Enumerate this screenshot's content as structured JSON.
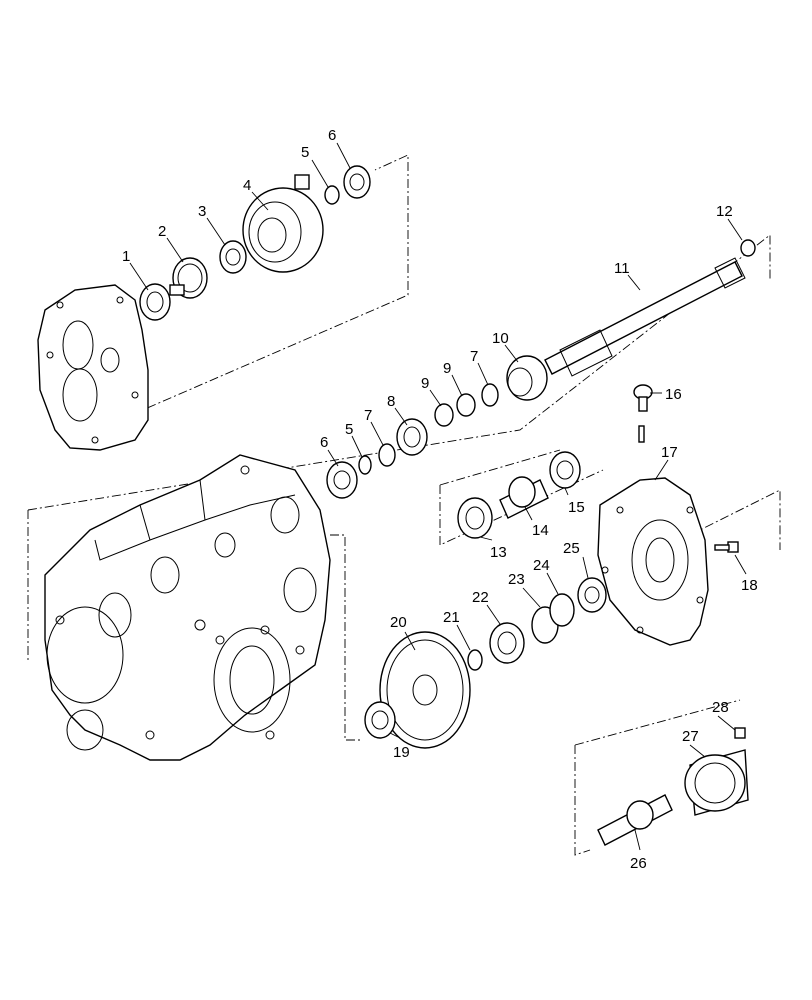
{
  "diagram": {
    "callouts": [
      {
        "id": "c1",
        "label": "1"
      },
      {
        "id": "c2",
        "label": "2"
      },
      {
        "id": "c3",
        "label": "3"
      },
      {
        "id": "c4",
        "label": "4"
      },
      {
        "id": "c5a",
        "label": "5"
      },
      {
        "id": "c6a",
        "label": "6"
      },
      {
        "id": "c5b",
        "label": "5"
      },
      {
        "id": "c6b",
        "label": "6"
      },
      {
        "id": "c7a",
        "label": "7"
      },
      {
        "id": "c7b",
        "label": "7"
      },
      {
        "id": "c8",
        "label": "8"
      },
      {
        "id": "c9a",
        "label": "9"
      },
      {
        "id": "c9b",
        "label": "9"
      },
      {
        "id": "c10",
        "label": "10"
      },
      {
        "id": "c11",
        "label": "11"
      },
      {
        "id": "c12",
        "label": "12"
      },
      {
        "id": "c13",
        "label": "13"
      },
      {
        "id": "c14",
        "label": "14"
      },
      {
        "id": "c15",
        "label": "15"
      },
      {
        "id": "c16",
        "label": "16"
      },
      {
        "id": "c17",
        "label": "17"
      },
      {
        "id": "c18",
        "label": "18"
      },
      {
        "id": "c19",
        "label": "19"
      },
      {
        "id": "c20",
        "label": "20"
      },
      {
        "id": "c21",
        "label": "21"
      },
      {
        "id": "c22",
        "label": "22"
      },
      {
        "id": "c23",
        "label": "23"
      },
      {
        "id": "c24",
        "label": "24"
      },
      {
        "id": "c25",
        "label": "25"
      },
      {
        "id": "c26",
        "label": "26"
      },
      {
        "id": "c27",
        "label": "27"
      },
      {
        "id": "c28",
        "label": "28"
      }
    ]
  }
}
